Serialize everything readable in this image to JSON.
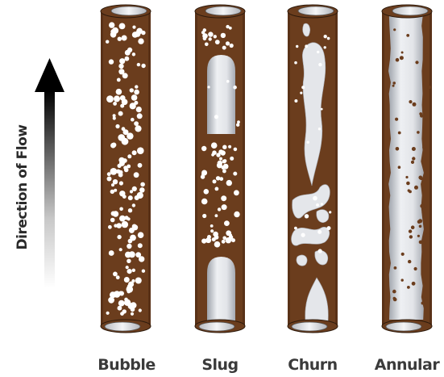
{
  "direction_label": "Direction of Flow",
  "colors": {
    "liquid": "#6b3d1d",
    "liquid_dark": "#4a2812",
    "gas": "#e4e6ea",
    "gas_dark": "#a9adb5",
    "arrow_top": "#000000",
    "arrow_bottom": "#ffffff",
    "label": "#3a3a3a"
  },
  "regimes": [
    {
      "id": "bubble",
      "label": "Bubble"
    },
    {
      "id": "slug",
      "label": "Slug"
    },
    {
      "id": "churn",
      "label": "Churn"
    },
    {
      "id": "annular",
      "label": "Annular"
    }
  ]
}
